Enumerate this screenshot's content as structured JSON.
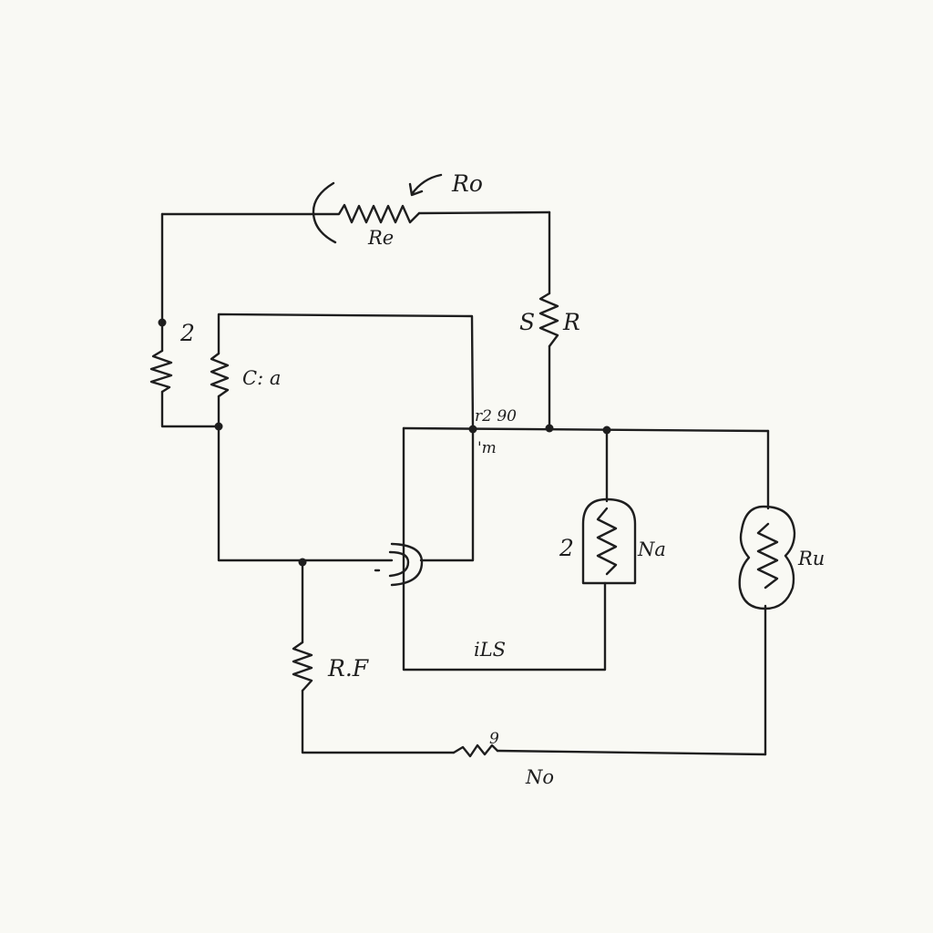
{
  "labels": {
    "top_arrow": "Ro",
    "top_resistor": "Re",
    "right_top_resistor": "R",
    "right_top_prefix": "S",
    "left_node": "2",
    "left_resistor": "C: a",
    "junction_upper": "r2 90",
    "junction_lower": "'m",
    "mid_number": "2",
    "mid_component": "Na",
    "far_right_component": "Ru",
    "inner_bottom": "iLS",
    "lower_resistor": "R.F",
    "bottom_mark": "9",
    "bottom_label": "No"
  },
  "colors": {
    "paper": "#f9f9f4",
    "ink": "#1e1e1e"
  }
}
